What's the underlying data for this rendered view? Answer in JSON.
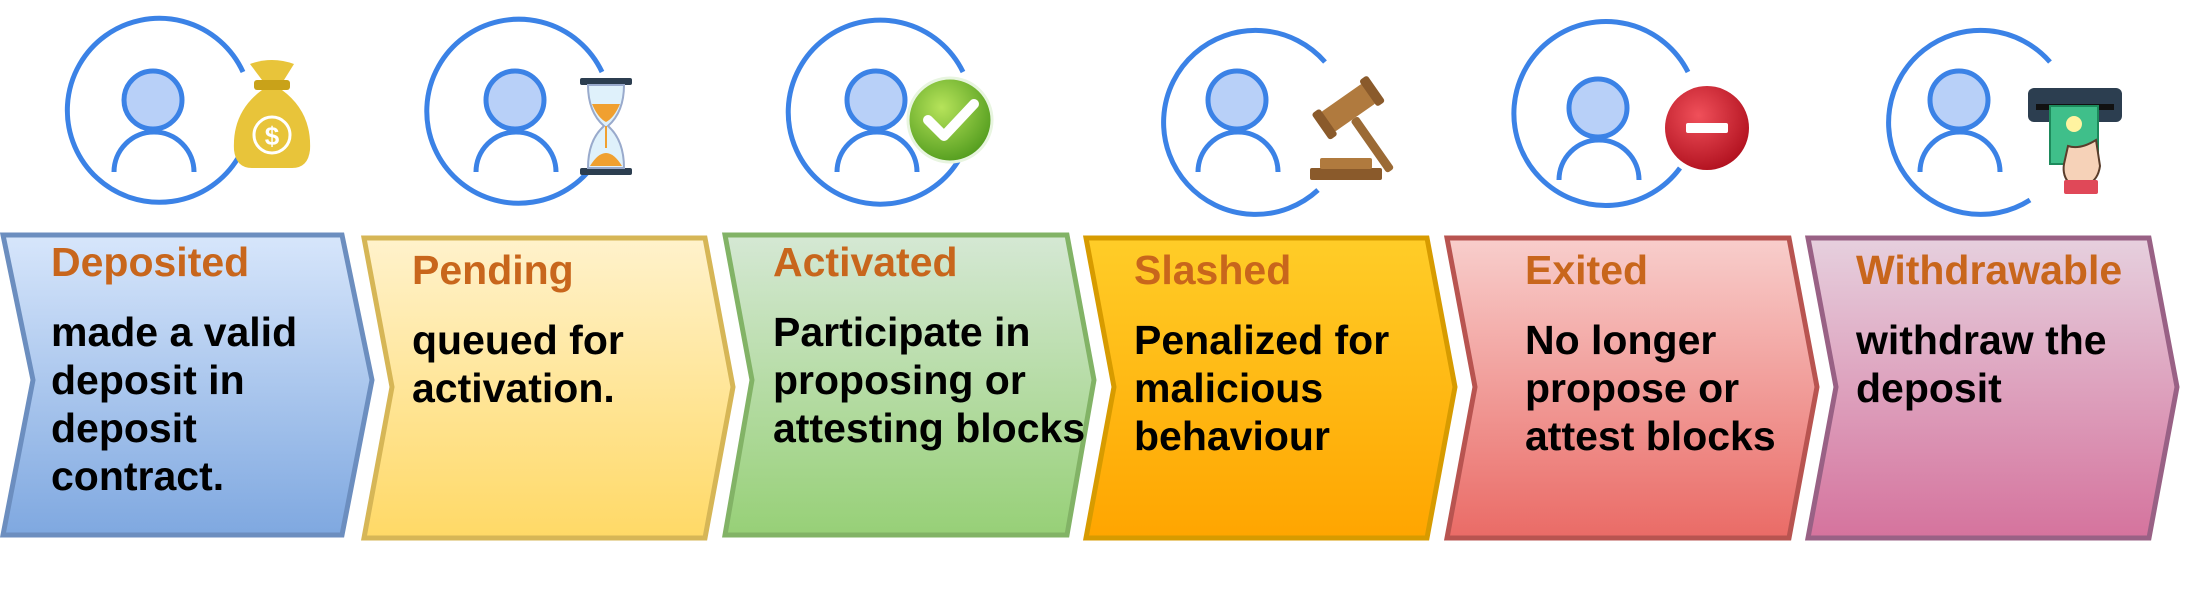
{
  "stages": [
    {
      "title": "Deposited",
      "description": "made a valid deposit in deposit contract.",
      "icon": "money-bag-icon",
      "fill_top": "#d7e6fb",
      "fill_bottom": "#7fa8e0",
      "border": "#6c8ebf"
    },
    {
      "title": "Pending",
      "description": "queued for activation.",
      "icon": "hourglass-icon",
      "fill_top": "#fff2cc",
      "fill_bottom": "#ffd966",
      "border": "#d6b656"
    },
    {
      "title": "Activated",
      "description": "Participate in proposing or attesting blocks",
      "icon": "check-icon",
      "fill_top": "#d5e8d4",
      "fill_bottom": "#97d077",
      "border": "#82b366"
    },
    {
      "title": "Slashed",
      "description": "Penalized for malicious behaviour",
      "icon": "gavel-icon",
      "fill_top": "#ffcd28",
      "fill_bottom": "#ffa500",
      "border": "#d79b00"
    },
    {
      "title": "Exited",
      "description": "No longer propose or attest blocks",
      "icon": "no-entry-icon",
      "fill_top": "#f8cecc",
      "fill_bottom": "#ea6b66",
      "border": "#b85450"
    },
    {
      "title": "Withdrawable",
      "description": "withdraw the deposit",
      "icon": "atm-withdraw-icon",
      "fill_top": "#e6d0de",
      "fill_bottom": "#d5739d",
      "border": "#996185"
    }
  ],
  "colors": {
    "user_stroke": "#3b82e6",
    "user_fill": "#b8d0f8"
  }
}
